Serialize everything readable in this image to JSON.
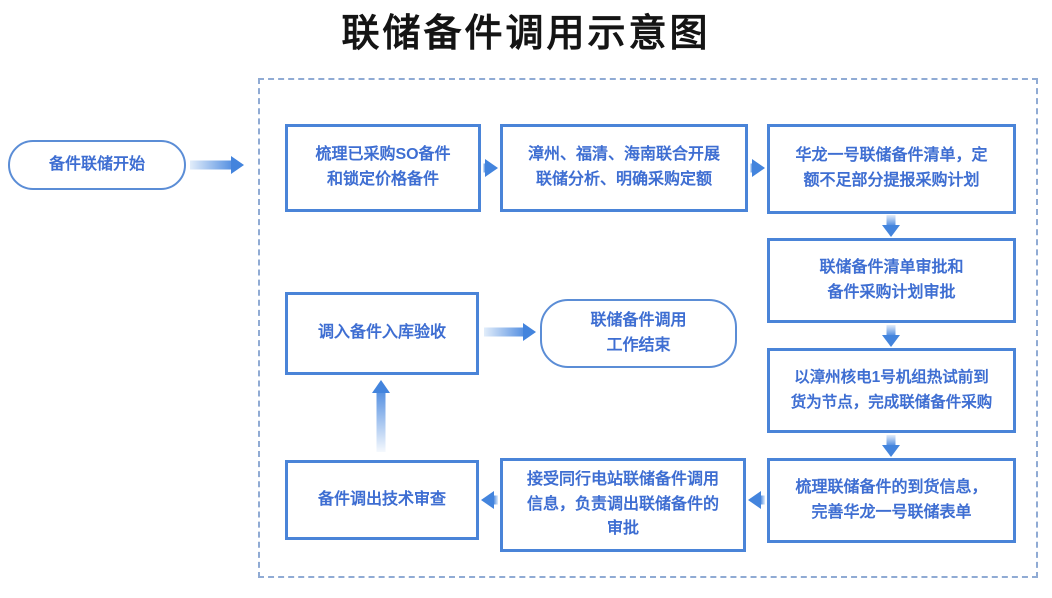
{
  "title": "联储备件调用示意图",
  "colors": {
    "box_border": "#4a84d8",
    "terminator_border": "#5b8dd6",
    "text_blue": "#3e6ed2",
    "dashed_frame": "#90abd4",
    "arrow": "#4384dd",
    "title_color": "#141414",
    "background": "#ffffff"
  },
  "flowchart": {
    "start": {
      "label": "备件联储开始"
    },
    "end": {
      "label": "联储备件调用\n工作结束"
    },
    "steps": [
      {
        "id": "sort-purchased-so-parts",
        "label": "梳理已采购SO备件\n和锁定价格备件"
      },
      {
        "id": "joint-storage-analysis",
        "label": "漳州、福清、海南联合开展\n联储分析、明确采购定额"
      },
      {
        "id": "hualong-one-list",
        "label": "华龙一号联储备件清单，定\n额不足部分提报采购计划"
      },
      {
        "id": "list-and-plan-approval",
        "label": "联储备件清单审批和\n备件采购计划审批"
      },
      {
        "id": "complete-procurement",
        "label": "以漳州核电1号机组热试前到\n货为节点，完成联储备件采购"
      },
      {
        "id": "arrival-info-form",
        "label": "梳理联储备件的到货信息，\n完善华龙一号联储表单"
      },
      {
        "id": "dispatch-request-approval",
        "label": "接受同行电站联储备件调用\n信息，负责调出联储备件的\n审批"
      },
      {
        "id": "transfer-out-tech-review",
        "label": "备件调出技术审查"
      },
      {
        "id": "warehouse-acceptance",
        "label": "调入备件入库验收"
      }
    ],
    "connections": [
      "start -> sort-purchased-so-parts",
      "sort-purchased-so-parts -> joint-storage-analysis",
      "joint-storage-analysis -> hualong-one-list",
      "hualong-one-list -> list-and-plan-approval",
      "list-and-plan-approval -> complete-procurement",
      "complete-procurement -> arrival-info-form",
      "arrival-info-form -> dispatch-request-approval",
      "dispatch-request-approval -> transfer-out-tech-review",
      "transfer-out-tech-review -> warehouse-acceptance",
      "warehouse-acceptance -> end"
    ]
  }
}
